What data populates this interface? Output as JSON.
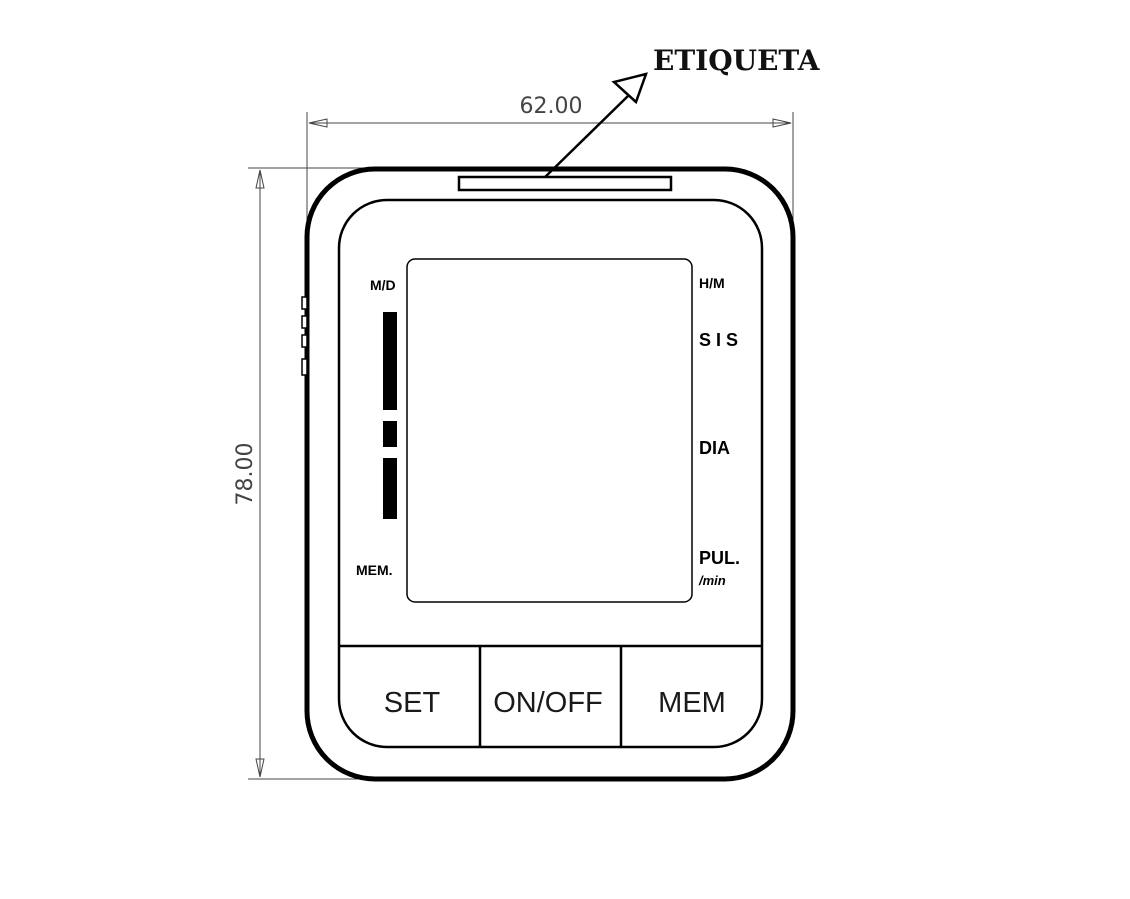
{
  "callout": {
    "label": "ETIQUETA"
  },
  "dimensions": {
    "width_label": "62.00",
    "height_label": "78.00"
  },
  "display": {
    "left_top_label": "M/D",
    "left_bottom_label": "MEM.",
    "right_labels": {
      "hm": "H/M",
      "sys": "S I S",
      "dia": "DIA",
      "pul": "PUL.",
      "pul_unit": "/min"
    }
  },
  "buttons": {
    "set": "SET",
    "onoff": "ON/OFF",
    "mem": "MEM"
  }
}
